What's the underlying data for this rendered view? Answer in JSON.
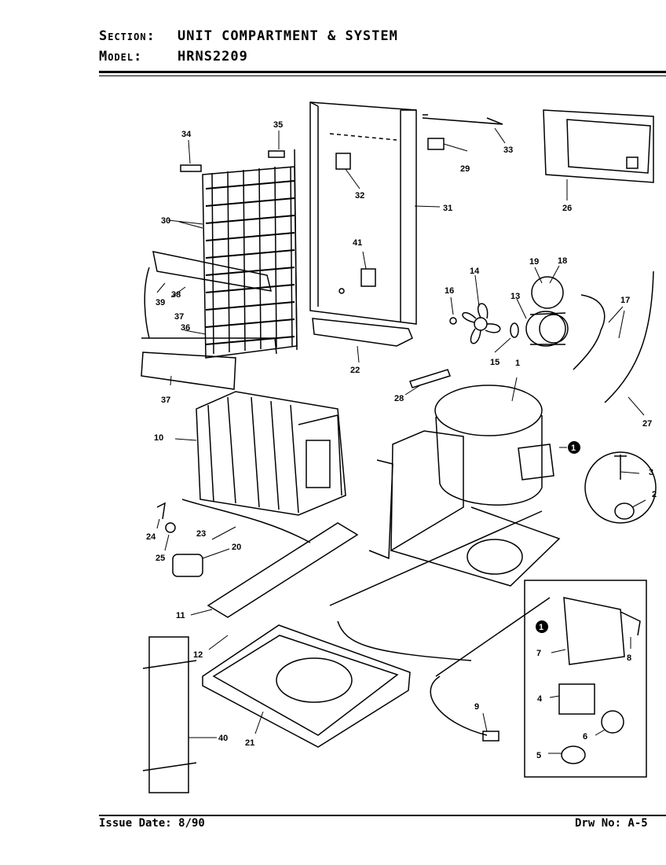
{
  "header": {
    "section_label": "Section:",
    "section_value": "UNIT COMPARTMENT & SYSTEM",
    "model_label": "Model:",
    "model_value": "HRNS2209"
  },
  "footer": {
    "issue_date": "Issue Date: 8/90",
    "drawing_no": "Drw No: A-5"
  },
  "callouts": {
    "c1": "1",
    "c2": "2",
    "c3": "3",
    "c4": "4",
    "c5": "5",
    "c6": "6",
    "c7": "7",
    "c8": "8",
    "c9": "9",
    "c10": "10",
    "c11": "11",
    "c12": "12",
    "c13": "13",
    "c14": "14",
    "c15": "15",
    "c16": "16",
    "c17": "17",
    "c18": "18",
    "c19": "19",
    "c20": "20",
    "c21": "21",
    "c22": "22",
    "c23": "23",
    "c24": "24",
    "c25": "25",
    "c26": "26",
    "c27": "27",
    "c28": "28",
    "c29": "29",
    "c30": "30",
    "c31": "31",
    "c32": "32",
    "c33": "33",
    "c34": "34",
    "c35": "35",
    "c36": "36",
    "c37a": "37",
    "c37b": "37",
    "c38": "38",
    "c39": "39",
    "c40": "40",
    "c41": "41"
  },
  "inset_marker": "1"
}
